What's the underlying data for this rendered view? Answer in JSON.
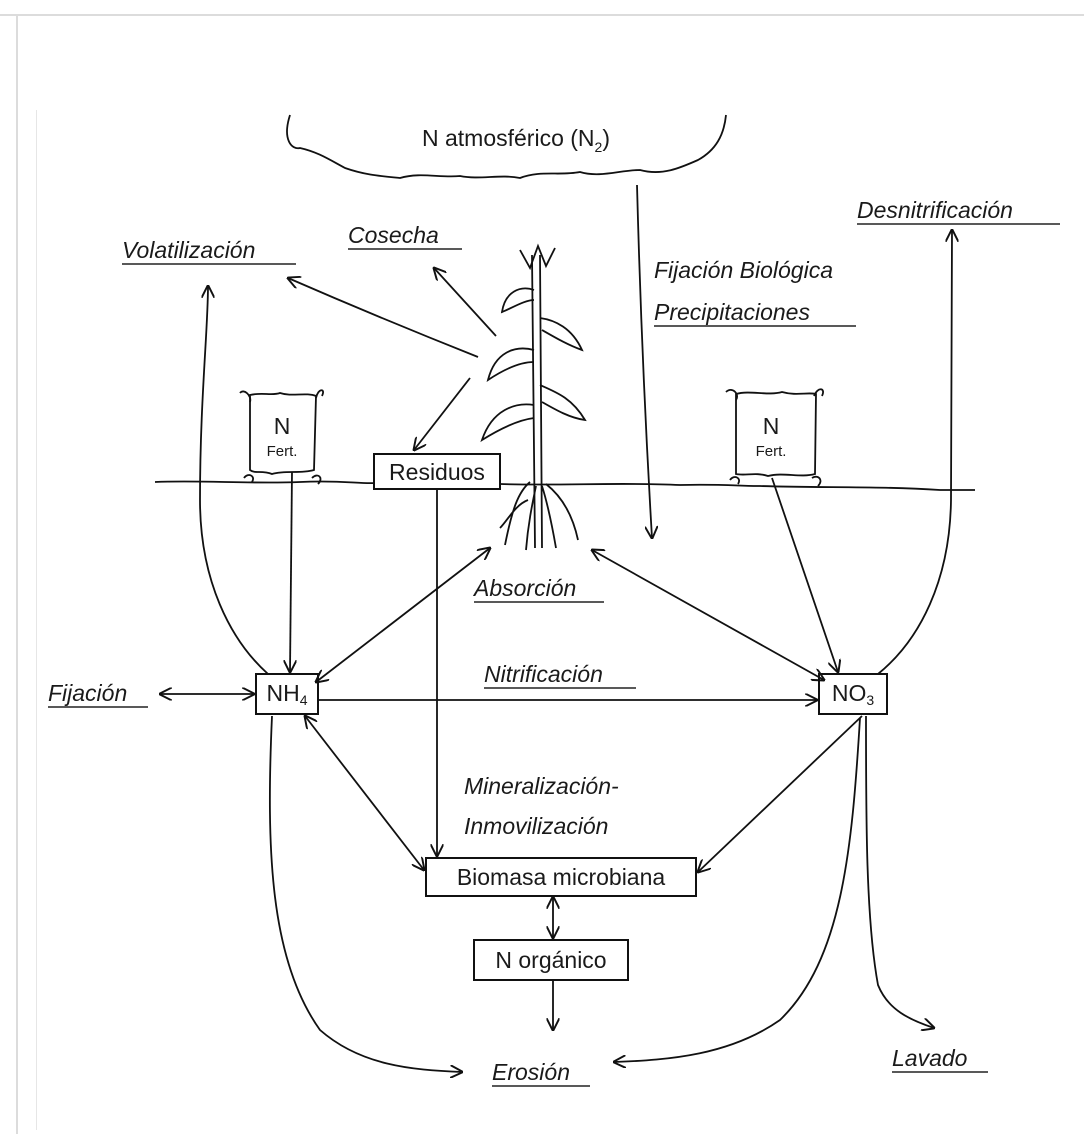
{
  "diagram": {
    "nodes": {
      "atmosphere": "N atmosférico (N",
      "atmosphere_sub": "2",
      "atmosphere_close": ")",
      "residues": "Residuos",
      "nh4": "NH",
      "nh4_sub": "4",
      "no3": "NO",
      "no3_sub": "3",
      "biomass": "Biomasa microbiana",
      "organic_n": "N orgánico",
      "fert_left_n": "N",
      "fert_left_label": "Fert.",
      "fert_right_n": "N",
      "fert_right_label": "Fert."
    },
    "processes": {
      "volatilization": "Volatilización",
      "harvest": "Cosecha",
      "denitrification": "Desnitrificación",
      "biological_fixation": "Fijación Biológica",
      "precipitation": "Precipitaciones",
      "absorption": "Absorción",
      "fixation": "Fijación",
      "nitrification": "Nitrificación",
      "mineralization": "Mineralización-",
      "immobilization": "Inmovilización",
      "erosion": "Erosión",
      "leaching": "Lavado"
    }
  }
}
